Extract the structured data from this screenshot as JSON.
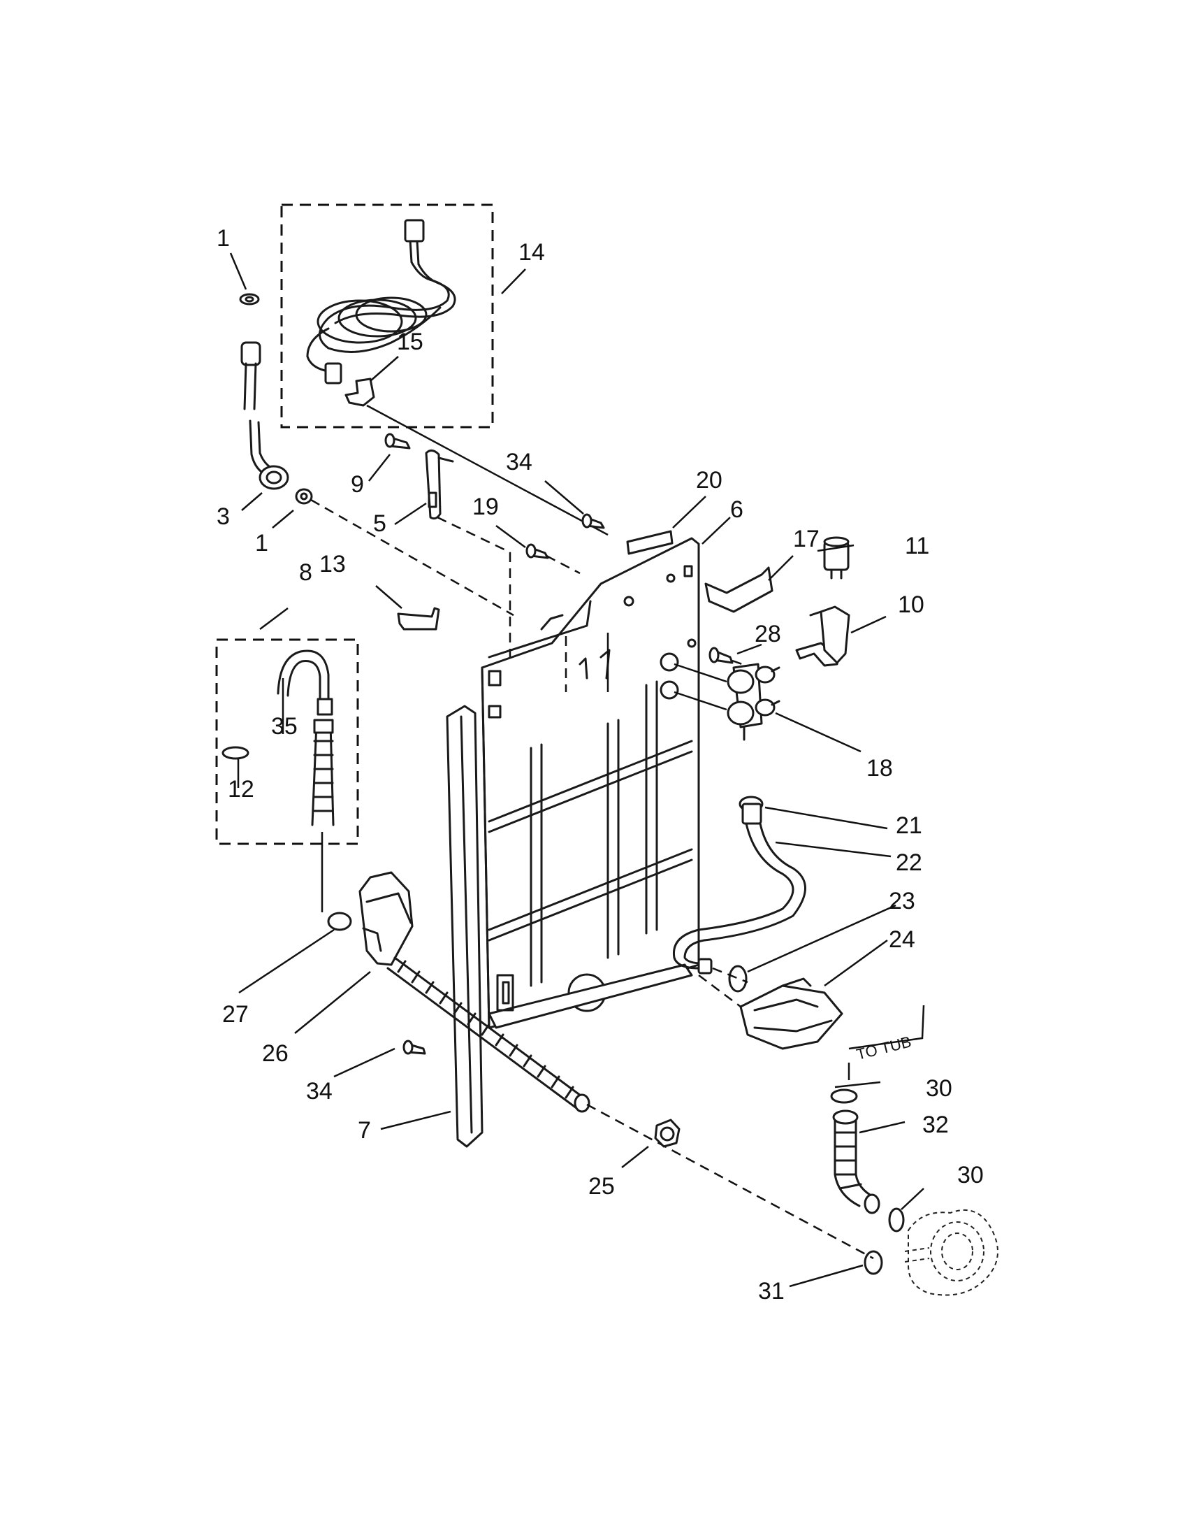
{
  "callouts": {
    "c1a": "1",
    "c1b": "1",
    "c3": "3",
    "c5": "5",
    "c6": "6",
    "c7": "7",
    "c8": "8",
    "c9": "9",
    "c10": "10",
    "c11": "11",
    "c12": "12",
    "c13": "13",
    "c14": "14",
    "c15": "15",
    "c17": "17",
    "c18": "18",
    "c19": "19",
    "c20": "20",
    "c21": "21",
    "c22": "22",
    "c23": "23",
    "c24": "24",
    "c25": "25",
    "c26": "26",
    "c27": "27",
    "c28": "28",
    "c30a": "30",
    "c30b": "30",
    "c31": "31",
    "c32": "32",
    "c34a": "34",
    "c34b": "34",
    "c35": "35"
  },
  "annotations": {
    "to_tub": "TO TUB"
  }
}
